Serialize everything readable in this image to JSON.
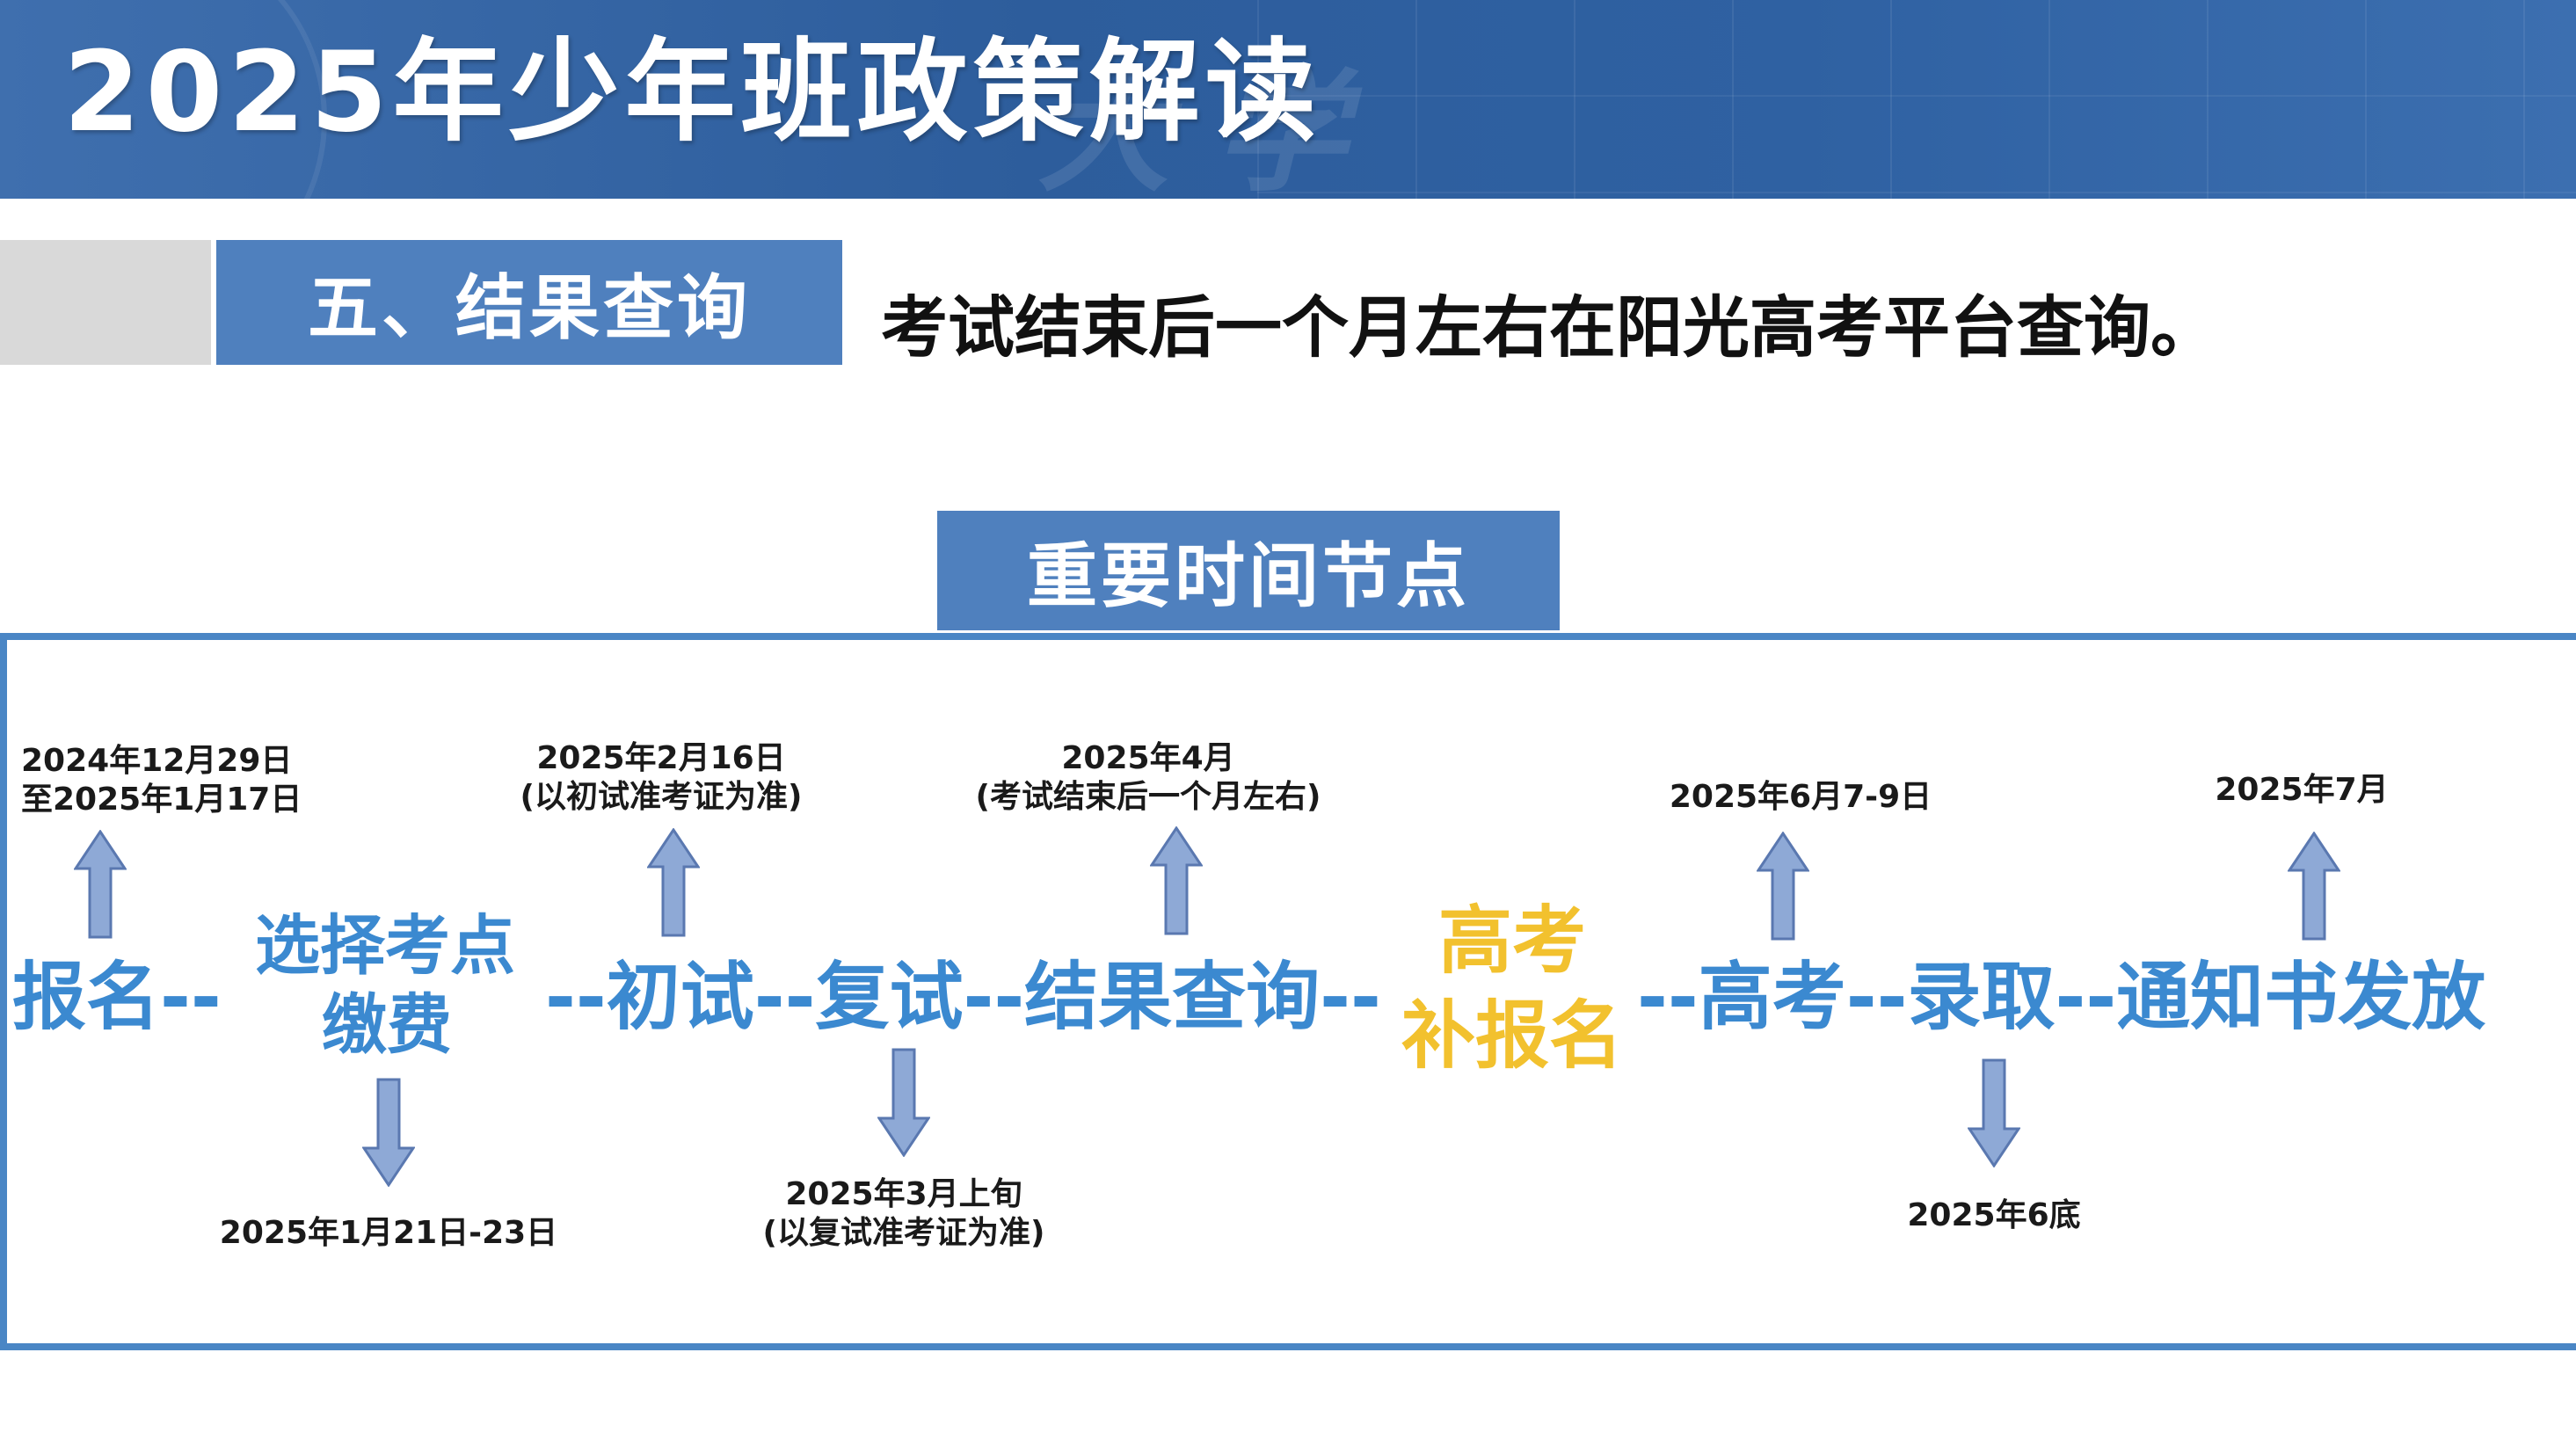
{
  "header": {
    "title": "2025年少年班政策解读"
  },
  "section": {
    "label": "五、结果查询",
    "description": "考试结束后一个月左右在阳光高考平台查询。"
  },
  "timeline_title": "重要时间节点",
  "stages": {
    "signup": "报名--",
    "select_pay_1": "选择考点",
    "select_pay_2": "缴费",
    "prelim": "--初试--复试--结果查询--",
    "supp_1": "高考",
    "supp_2": "补报名",
    "tail": "--高考--录取--通知书发放"
  },
  "dates": {
    "signup_1": "2024年12月29日",
    "signup_2": "至2025年1月17日",
    "select_pay": "2025年1月21日-23日",
    "prelim_1": "2025年2月16日",
    "prelim_2": "(以初试准考证为准)",
    "retest_1": "2025年3月上旬",
    "retest_2": "(以复试准考证为准)",
    "result_1": "2025年4月",
    "result_2": "(考试结束后一个月左右)",
    "gaokao": "2025年6月7-9日",
    "admission": "2025年6底",
    "notice": "2025年7月"
  },
  "colors": {
    "accent_blue": "#4f80be",
    "stage_blue": "#3b89d0",
    "highlight_gold": "#f2c12e",
    "arrow_fill": "#8ea9d6",
    "arrow_stroke": "#5a78b0"
  }
}
